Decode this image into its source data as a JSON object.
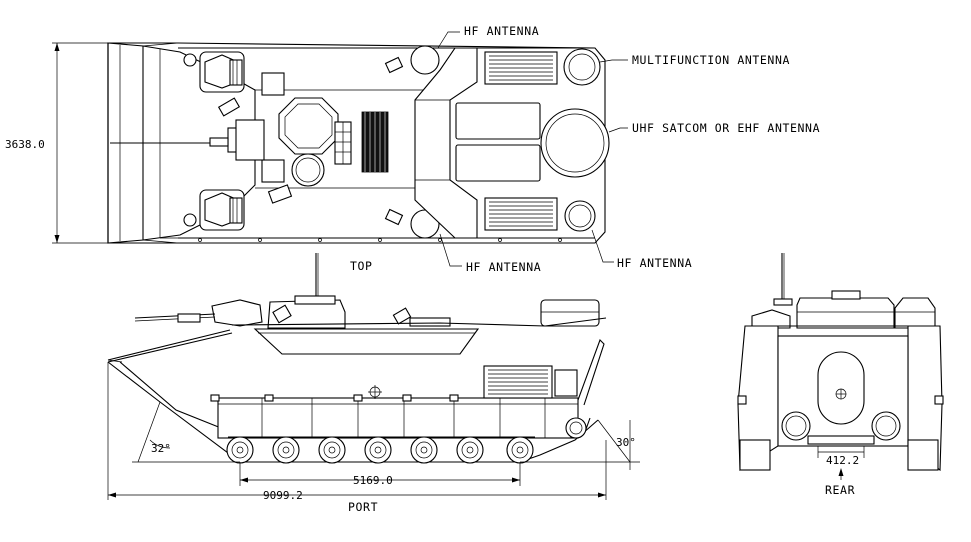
{
  "views": {
    "top": "TOP",
    "port": "PORT",
    "rear": "REAR"
  },
  "antennas": {
    "hf_top": "HF ANTENNA",
    "multifunction": "MULTIFUNCTION ANTENNA",
    "uhf_satcom": "UHF SATCOM OR EHF ANTENNA",
    "hf_bottom_center": "HF ANTENNA",
    "hf_bottom_right": "HF ANTENNA"
  },
  "dimensions": {
    "width_top": "3638.0",
    "track_contact": "5169.0",
    "overall_length": "9099.2",
    "rear_width": "412.2",
    "front_angle": "32°",
    "rear_angle": "30°"
  }
}
